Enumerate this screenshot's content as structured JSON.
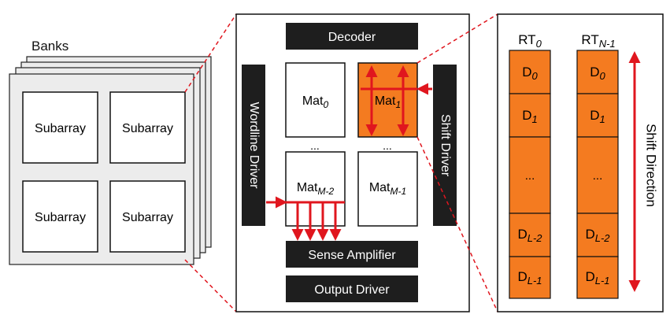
{
  "banks": {
    "title": "Banks",
    "subarrays": [
      "Subarray",
      "Subarray",
      "Subarray",
      "Subarray"
    ]
  },
  "mat_panel": {
    "decoder": "Decoder",
    "wordline_driver": "Wordline Driver",
    "shift_driver": "Shift Driver",
    "sense_amplifier": "Sense Amplifier",
    "output_driver": "Output Driver",
    "ellipsis": "...",
    "mats": [
      {
        "base": "Mat",
        "sub": "0"
      },
      {
        "base": "Mat",
        "sub": "1"
      },
      {
        "base": "Mat",
        "sub": "M-2"
      },
      {
        "base": "Mat",
        "sub": "M-1"
      }
    ]
  },
  "racetrack_panel": {
    "tracks": [
      {
        "base": "RT",
        "sub": "0"
      },
      {
        "base": "RT",
        "sub": "N-1"
      }
    ],
    "domains": [
      {
        "base": "D",
        "sub": "0"
      },
      {
        "base": "D",
        "sub": "1"
      },
      {
        "base": "...",
        "sub": ""
      },
      {
        "base": "D",
        "sub": "L-2"
      },
      {
        "base": "D",
        "sub": "L-1"
      }
    ],
    "shift_direction": "Shift Direction"
  },
  "colors": {
    "accent_red": "#e0161e",
    "domain_orange": "#f47b20",
    "dark_block": "#1e1e1e",
    "bank_fill": "#ececec"
  }
}
